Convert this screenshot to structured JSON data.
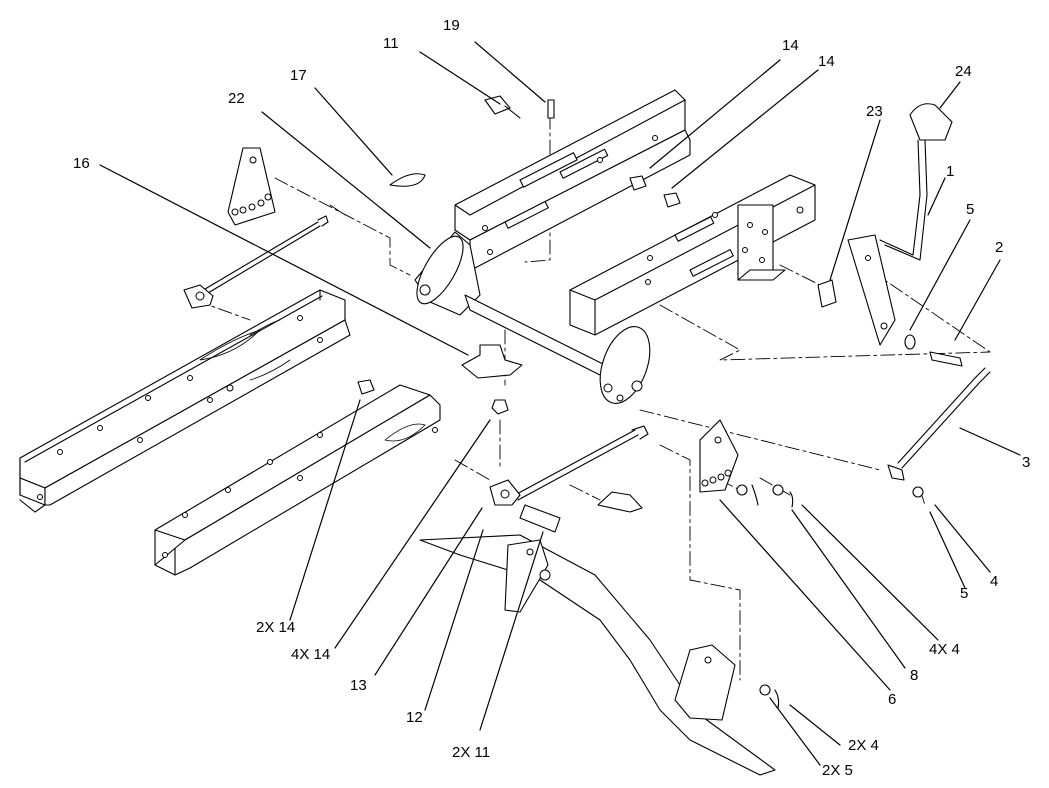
{
  "diagram": {
    "callouts": {
      "c1": "1",
      "c2": "2",
      "c3": "3",
      "c4": "4",
      "c5a": "5",
      "c5b": "5",
      "c6": "6",
      "c8": "8",
      "c11": "11",
      "c12": "12",
      "c13": "13",
      "c14a": "14",
      "c14b": "14",
      "c16": "16",
      "c17": "17",
      "c19": "19",
      "c22": "22",
      "c23": "23",
      "c24": "24",
      "c2x14": "2X 14",
      "c4x14": "4X 14",
      "c2x11": "2X 11",
      "c4x4": "4X 4",
      "c2x4": "2X 4",
      "c2x5": "2X 5"
    }
  }
}
